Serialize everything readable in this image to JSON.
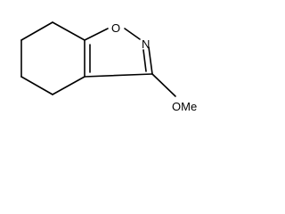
{
  "structure": {
    "atoms": {
      "oxygen": "O",
      "nitrogen": "N",
      "substituent": "OMe"
    }
  },
  "colors": {
    "background": "#ffffff",
    "ink": "#000000"
  }
}
